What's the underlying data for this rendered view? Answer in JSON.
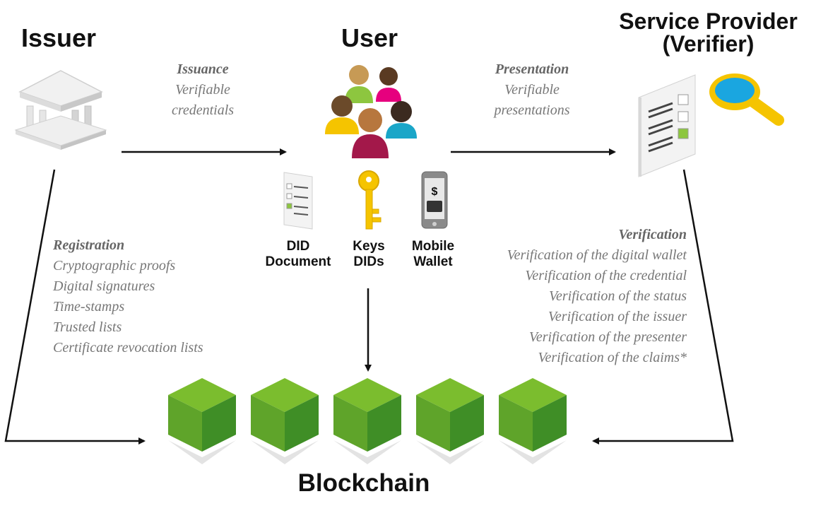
{
  "actors": {
    "issuer": "Issuer",
    "user": "User",
    "provider_line1": "Service Provider",
    "provider_line2": "(Verifier)"
  },
  "flows": {
    "issuance": {
      "title": "Issuance",
      "lines": [
        "Verifiable",
        "credentials"
      ]
    },
    "presentation": {
      "title": "Presentation",
      "lines": [
        "Verifiable",
        "presentations"
      ]
    },
    "registration": {
      "title": "Registration",
      "lines": [
        "Cryptographic proofs",
        "Digital signatures",
        "Time-stamps",
        "Trusted lists",
        "Certificate revocation lists"
      ]
    },
    "verification": {
      "title": "Verification",
      "lines": [
        "Verification of the digital wallet",
        "Verification of the credential",
        "Verification of the status",
        "Verification of the issuer",
        "Verification of the presenter",
        "Verification of the claims*"
      ]
    }
  },
  "wallet_items": {
    "did": [
      "DID",
      "Document"
    ],
    "keys": [
      "Keys",
      "DIDs"
    ],
    "mobile": [
      "Mobile",
      "Wallet"
    ]
  },
  "blockchain": {
    "title": "Blockchain",
    "block_count": 5
  },
  "icons": [
    "bank-icon",
    "people-icon",
    "document-icon",
    "key-icon",
    "mobile-wallet-icon",
    "checklist-icon",
    "magnifier-icon",
    "block-icon"
  ],
  "colors": {
    "block_top": "#7bbd2e",
    "block_left": "#5fa42a",
    "block_right": "#3f8e26",
    "key": "#f5c400",
    "magnifier_lens": "#1aa6e0",
    "label_gray": "#777777"
  }
}
